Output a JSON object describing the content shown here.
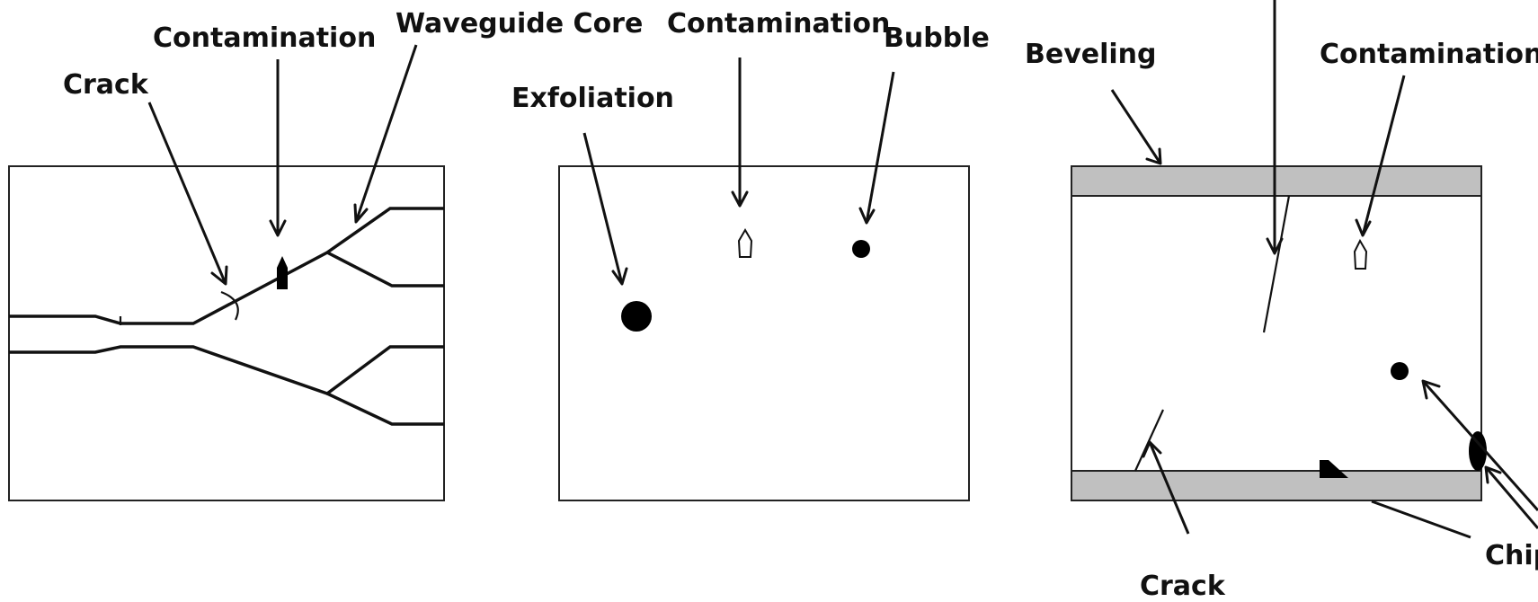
{
  "panel1": {
    "labels": {
      "crack": "Crack",
      "contamination": "Contamination",
      "waveguide_core": "Waveguide Core"
    }
  },
  "panel2": {
    "labels": {
      "exfoliation": "Exfoliation",
      "contamination": "Contamination",
      "bubble": "Bubble"
    }
  },
  "panel3": {
    "labels": {
      "beveling": "Beveling",
      "contamination": "Contamination",
      "crack": "Crack",
      "chip": "Chip"
    }
  },
  "colors": {
    "line": "#111111",
    "bevel_fill": "#c0c0c0",
    "background": "#ffffff"
  }
}
